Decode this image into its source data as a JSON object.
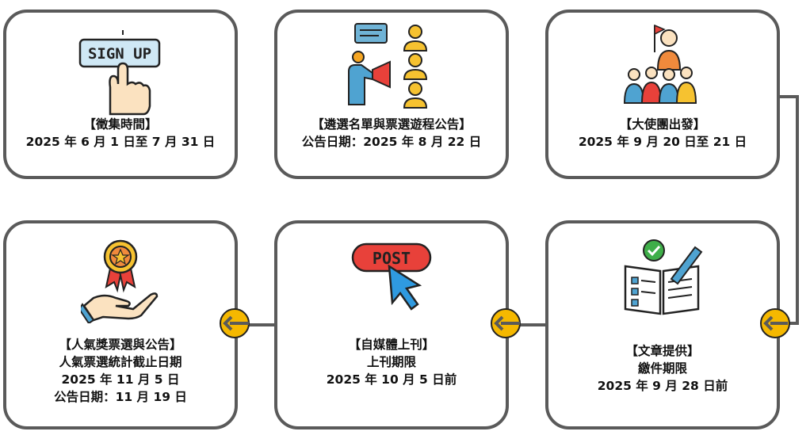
{
  "steps": [
    {
      "lines": [
        "【徵集時間】",
        "2025 年 6 月 1 日至 7 月 31 日"
      ],
      "icon": "sign-up-icon",
      "icon_text": "SIGN UP"
    },
    {
      "lines": [
        "【遴選名單與票選遊程公告】",
        "公告日期：2025 年 8 月 22 日"
      ],
      "icon": "presenter-megaphone-icon"
    },
    {
      "lines": [
        "【大使團出發】",
        "2025 年 9 月 20 日至 21 日"
      ],
      "icon": "tour-group-icon"
    },
    {
      "lines": [
        "【文章提供】",
        "繳件期限",
        "2025 年 9 月 28 日前"
      ],
      "icon": "book-check-icon"
    },
    {
      "lines": [
        "【自媒體上刊】",
        "上刊期限",
        "2025 年 10 月 5 日前"
      ],
      "icon": "post-click-icon",
      "icon_text": "POST"
    },
    {
      "lines": [
        "【人氣獎票選與公告】",
        "人氣票選統計截止日期",
        "2025 年 11 月 5 日",
        "公告日期：11 月 19 日"
      ],
      "icon": "award-hand-icon"
    }
  ],
  "colors": {
    "border": "#5a5a5a",
    "connector_marker": "#f5b800",
    "post_red": "#e8413a",
    "cursor_blue": "#2f9ae0"
  }
}
